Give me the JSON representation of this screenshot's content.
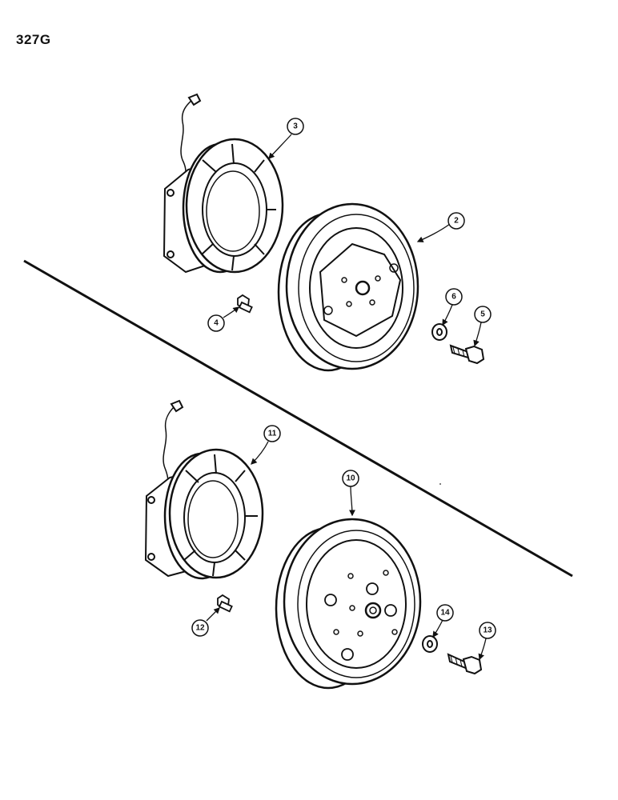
{
  "page": {
    "code": "327G"
  },
  "callouts": {
    "c2": "2",
    "c3": "3",
    "c4": "4",
    "c5": "5",
    "c6": "6",
    "c10": "10",
    "c11": "11",
    "c12": "12",
    "c13": "13",
    "c14": "14"
  }
}
